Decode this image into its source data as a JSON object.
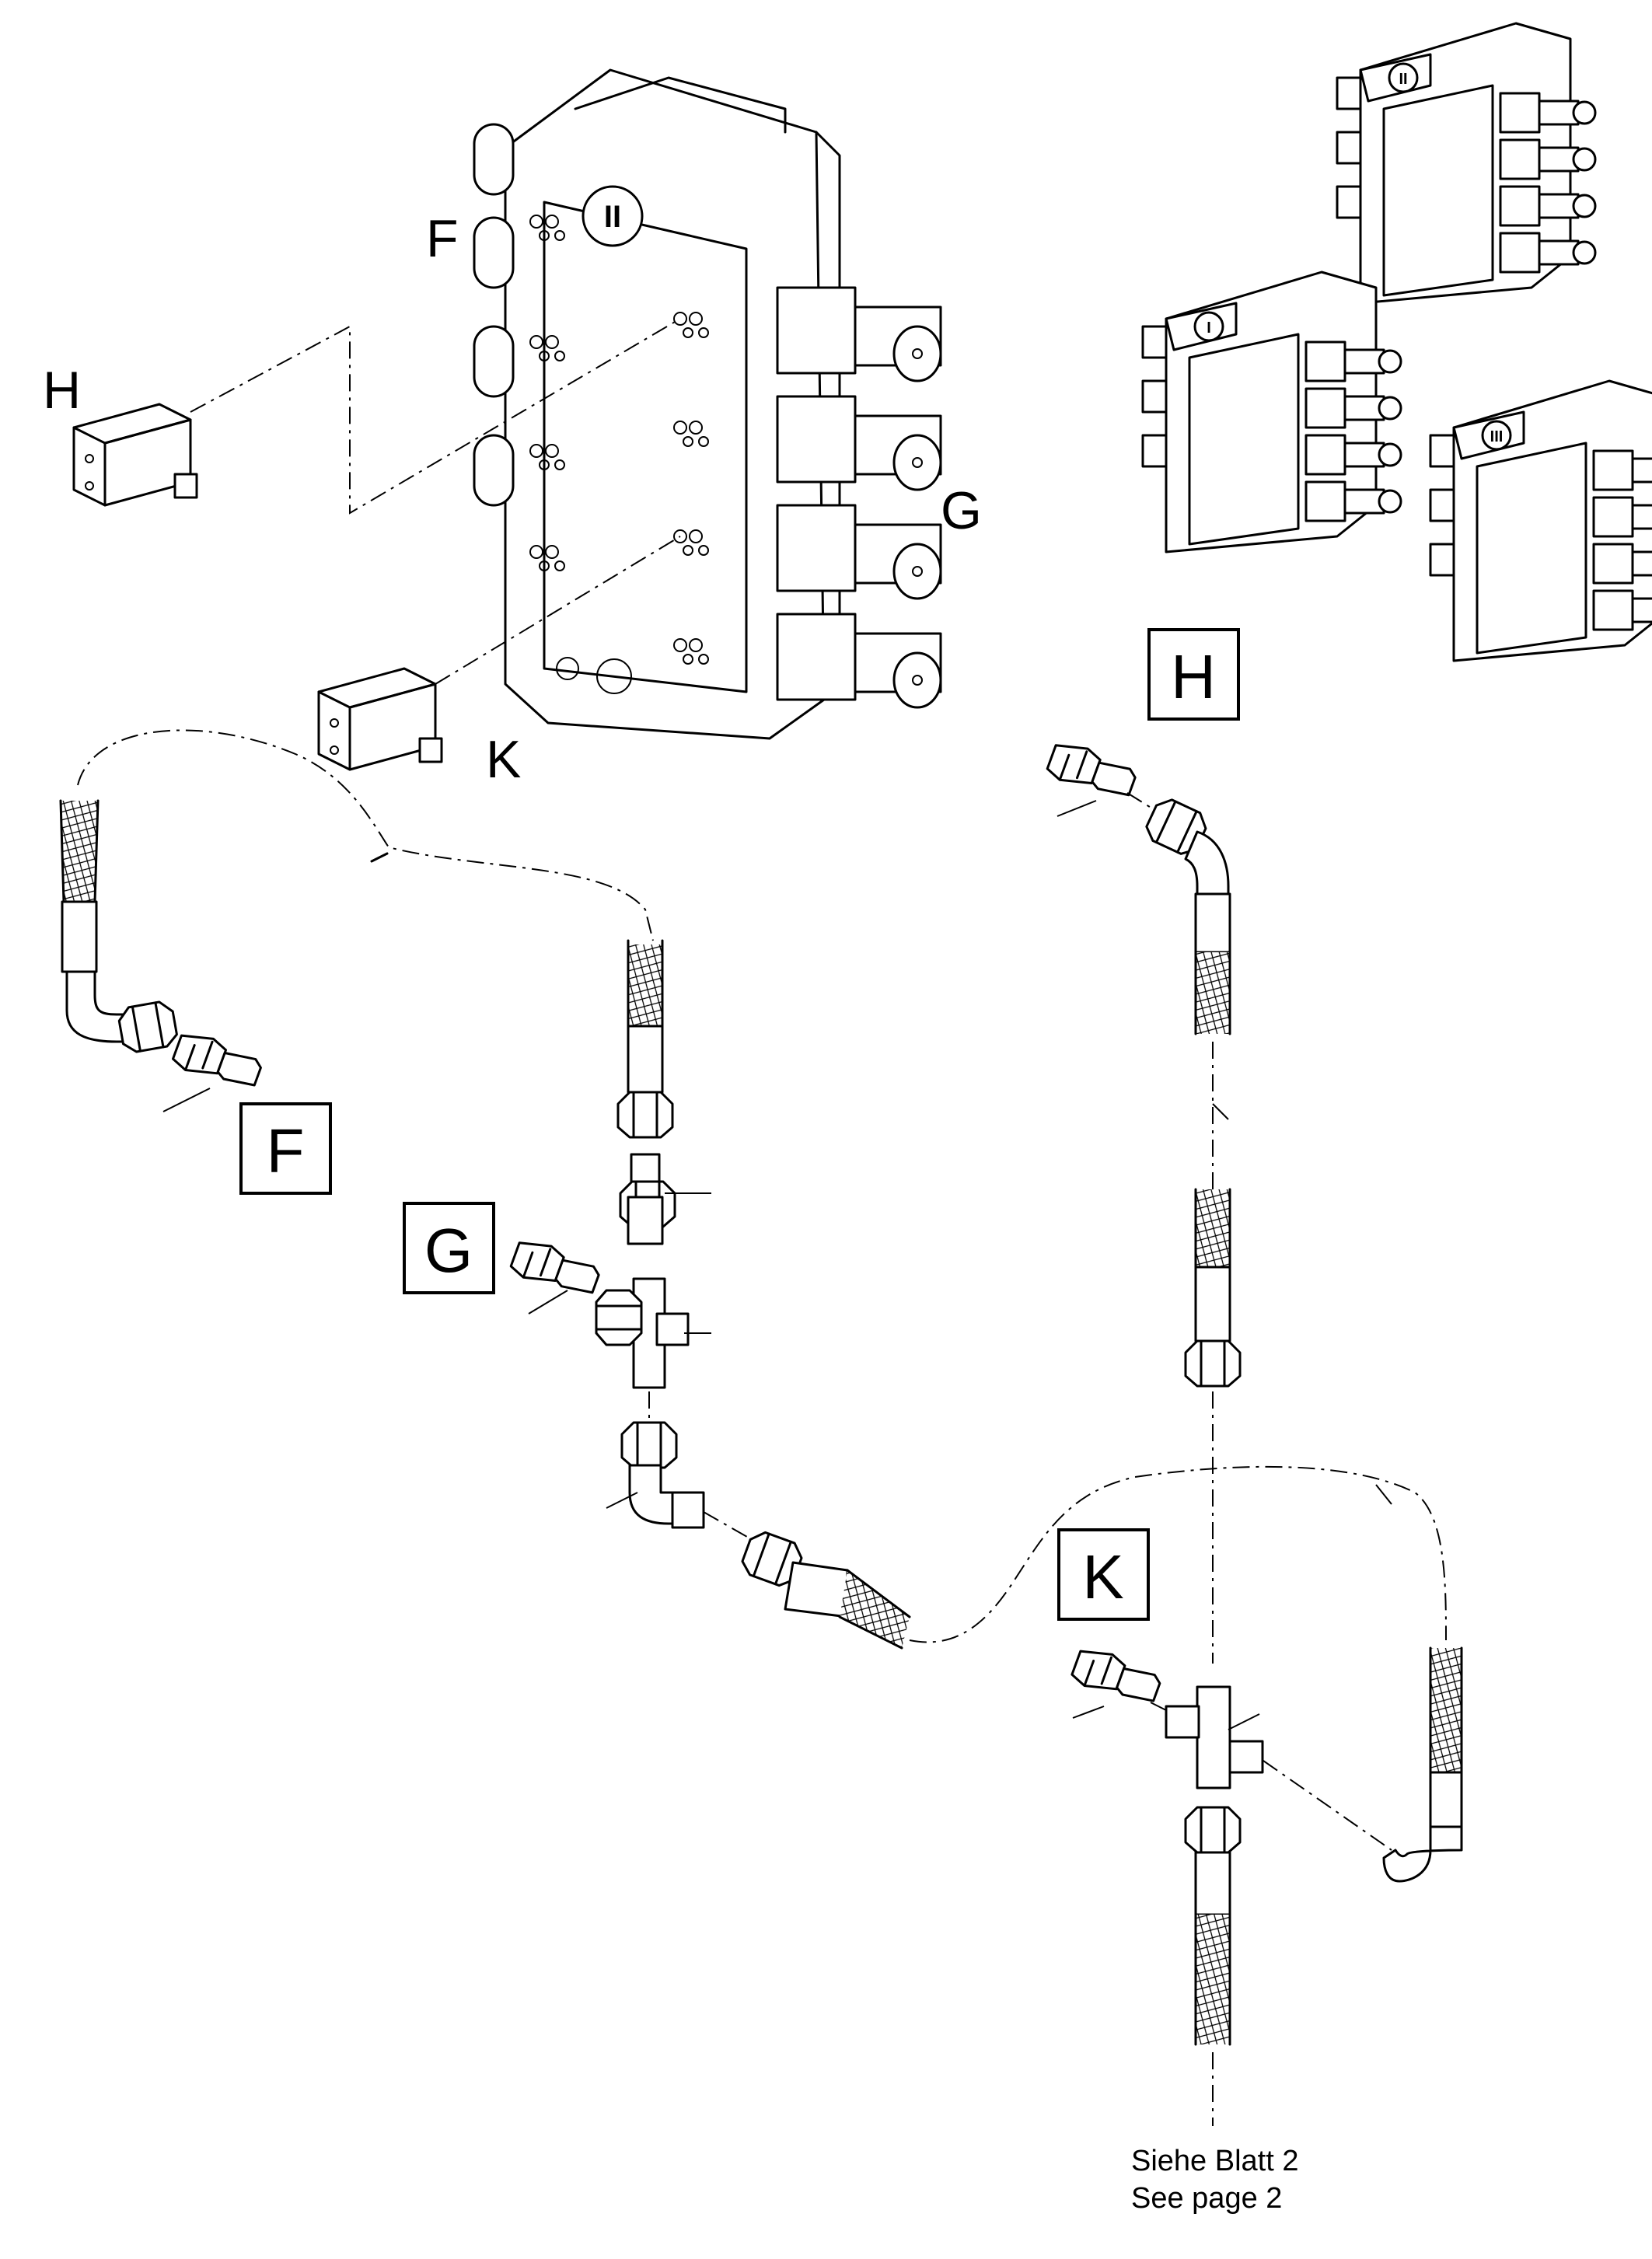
{
  "callouts": {
    "label_f": "F",
    "label_g": "G",
    "label_h": "H",
    "label_k": "K",
    "box_h": "H",
    "box_f": "F",
    "box_g": "G",
    "box_k": "K"
  },
  "valve_block_ids": {
    "main": "II",
    "small_one": "I",
    "small_two": "II",
    "small_three": "III"
  },
  "footer": {
    "line_de": "Siehe Blatt 2",
    "line_en": "See page 2"
  }
}
